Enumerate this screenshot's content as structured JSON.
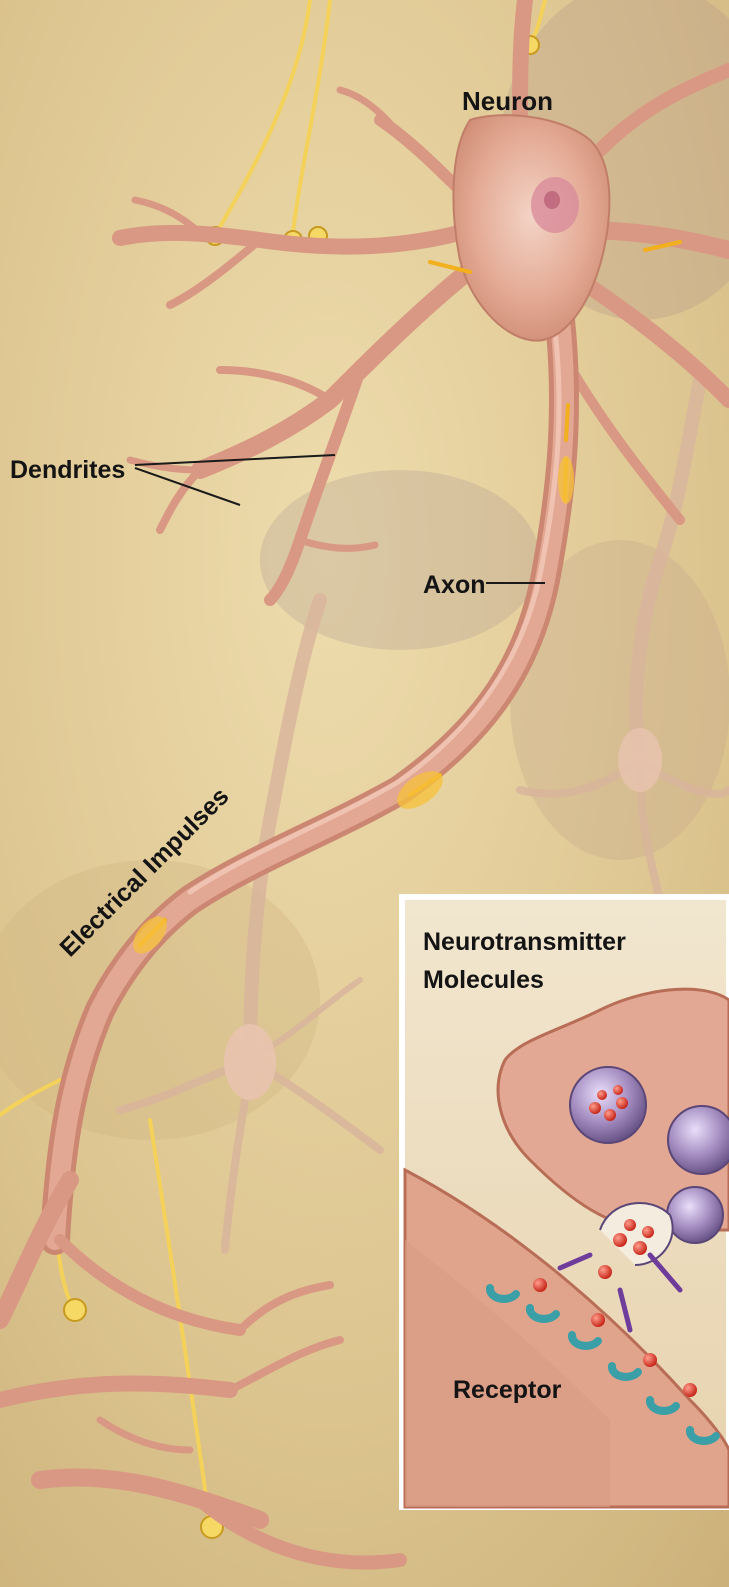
{
  "labels": {
    "neuron": "Neuron",
    "dendrites": "Dendrites",
    "axon": "Axon",
    "electrical_impulses": "Electrical Impulses",
    "neurotransmitter_line1": "Neurotransmitter",
    "neurotransmitter_line2": "Molecules",
    "receptor": "Receptor"
  },
  "colors": {
    "background": "#e3cf9c",
    "neuron_tissue": "#dc9f8a",
    "neuron_highlight": "#f2c7b4",
    "neuron_outline": "#9c5a45",
    "impulse": "#f5b21a",
    "inset_border": "#ffffff",
    "vesicle": "#8d73a6",
    "neurotransmitter": "#e23a2a",
    "receptor": "#3a9fa6"
  }
}
